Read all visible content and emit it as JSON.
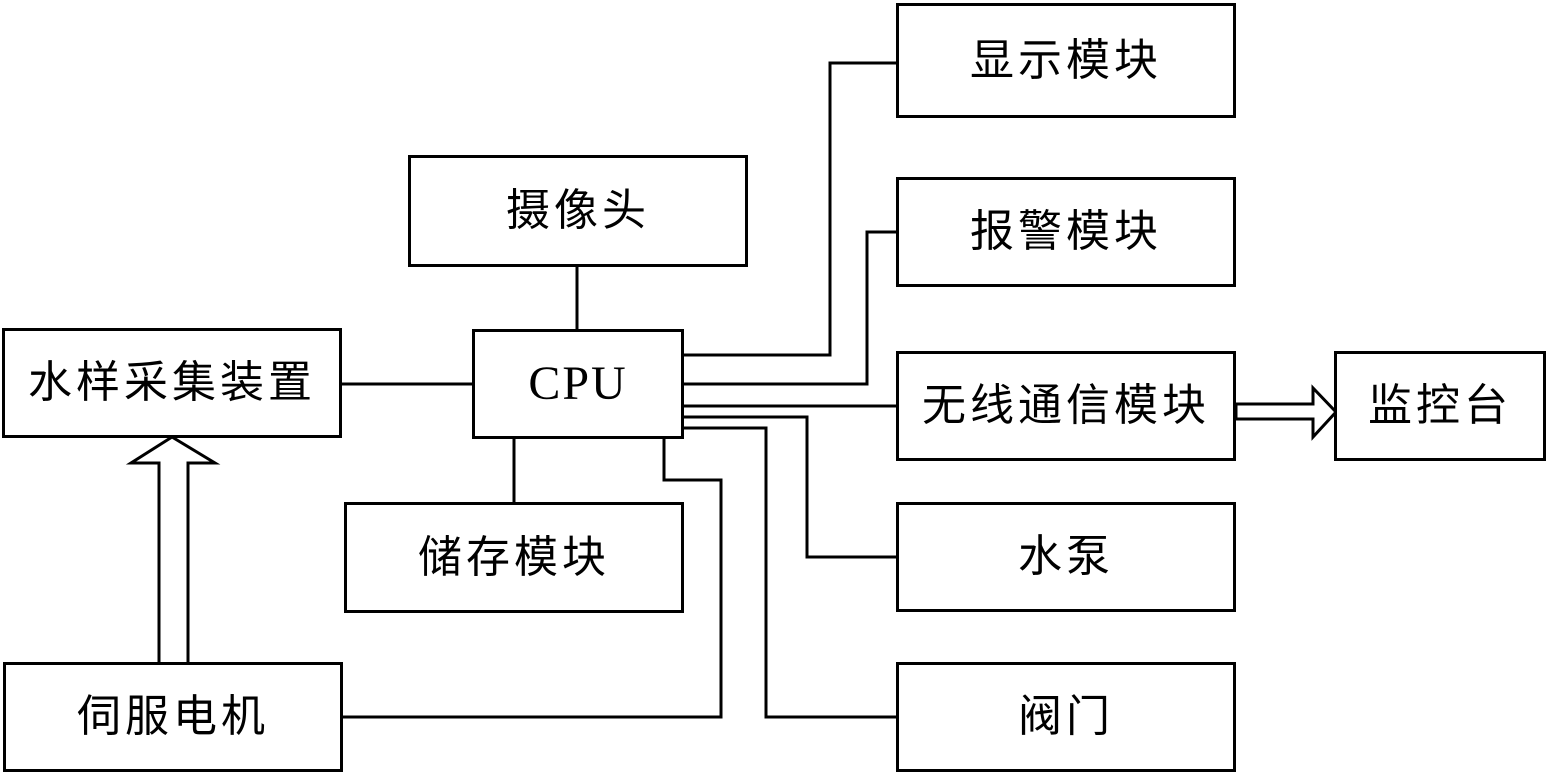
{
  "diagram": {
    "type": "block-diagram",
    "background_color": "#ffffff",
    "line_color": "#000000",
    "box_fill_color": "#ffffff",
    "nodes": {
      "camera": {
        "label": "摄像头"
      },
      "cpu": {
        "label": "CPU"
      },
      "water_sampler": {
        "label": "水样采集装置"
      },
      "servo_motor": {
        "label": "伺服电机"
      },
      "storage": {
        "label": "储存模块"
      },
      "display": {
        "label": "显示模块"
      },
      "alarm": {
        "label": "报警模块"
      },
      "wireless": {
        "label": "无线通信模块"
      },
      "pump": {
        "label": "水泵"
      },
      "valve": {
        "label": "阀门"
      },
      "monitor": {
        "label": "监控台"
      }
    },
    "connections": [
      {
        "from": "camera",
        "to": "cpu",
        "style": "plain-line"
      },
      {
        "from": "water_sampler",
        "to": "cpu",
        "style": "plain-line"
      },
      {
        "from": "cpu",
        "to": "display",
        "style": "plain-line"
      },
      {
        "from": "cpu",
        "to": "alarm",
        "style": "plain-line"
      },
      {
        "from": "cpu",
        "to": "wireless",
        "style": "plain-line"
      },
      {
        "from": "cpu",
        "to": "pump",
        "style": "plain-line"
      },
      {
        "from": "cpu",
        "to": "valve",
        "style": "plain-line"
      },
      {
        "from": "cpu",
        "to": "storage",
        "style": "plain-line"
      },
      {
        "from": "cpu",
        "to": "servo_motor",
        "style": "plain-line"
      },
      {
        "from": "servo_motor",
        "to": "water_sampler",
        "style": "hollow-arrow"
      },
      {
        "from": "wireless",
        "to": "monitor",
        "style": "hollow-arrow"
      }
    ]
  }
}
